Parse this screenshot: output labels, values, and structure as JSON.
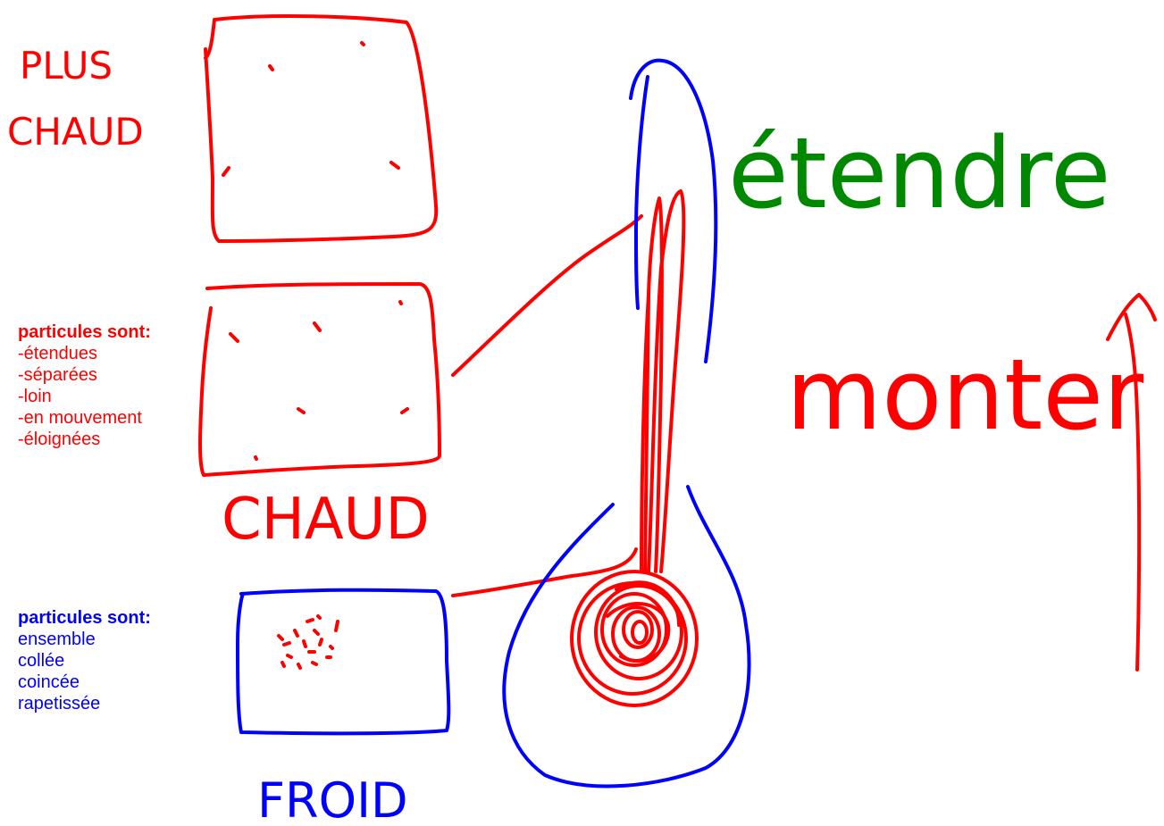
{
  "colors": {
    "hot": "#ff0000",
    "cold": "#0000ff",
    "expand": "#008800"
  },
  "labels": {
    "hotter": "PLUS CHAUD",
    "hot": "CHAUD",
    "cold": "FROID",
    "expand": "étendre",
    "rise": "monter"
  },
  "hot_notes": {
    "heading": "particules sont:",
    "items": [
      "-étendues",
      "-séparées",
      "-loin",
      "-en mouvement",
      "-éloignées"
    ]
  },
  "cold_notes": {
    "heading": "particules sont:",
    "items": [
      "ensemble",
      "collée",
      "coincée",
      "rapetissée"
    ]
  }
}
